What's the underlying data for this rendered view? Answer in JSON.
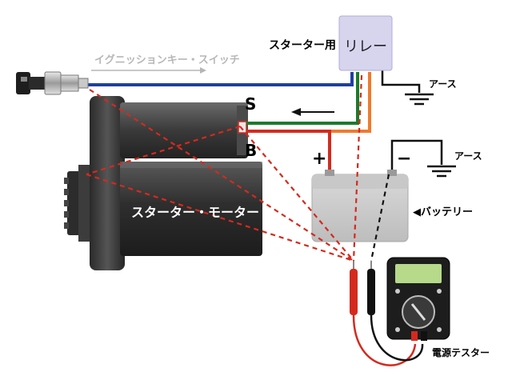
{
  "labels": {
    "ignition_switch": "イグニッションキー・スイッチ",
    "relay_prefix": "スターター用",
    "relay_box": "リレー",
    "ground_top": "アース",
    "ground_battery": "アース",
    "terminal_s": "S",
    "terminal_b": "B",
    "plus": "+",
    "minus": "−",
    "battery": "◀バッテリー",
    "motor": "スターター・モーター",
    "tester": "電源テスター"
  },
  "colors": {
    "wire_blue": "#1f3fa0",
    "wire_green": "#1c7a2c",
    "wire_red": "#d42a1e",
    "wire_orange": "#ef7a2c",
    "probe_red": "#d42a1e",
    "probe_black": "#111111",
    "relay_fill": "#d7d4ee",
    "motor_dark": "#3a3a3a",
    "tester_screen": "#b6d98a"
  },
  "icons": {
    "key_switch": "ignition-key-icon",
    "ground": "ground-symbol-icon",
    "arrow": "left-arrow-icon"
  }
}
